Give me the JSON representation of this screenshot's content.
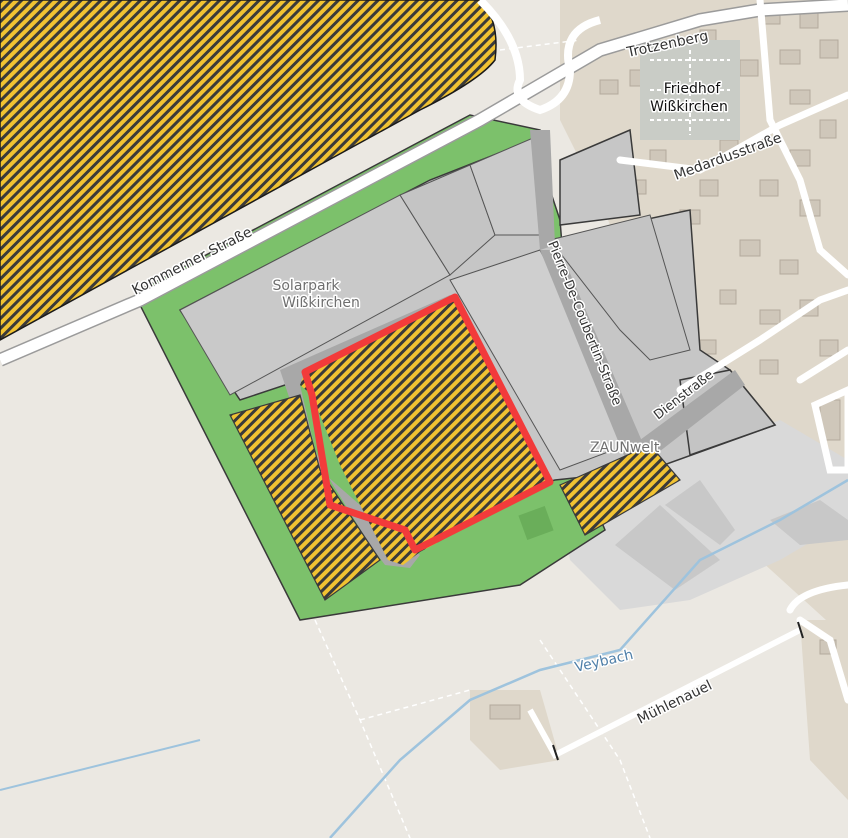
{
  "labels": {
    "kommerner_strasse": "Kommerner Straße",
    "trotzenberg": "Trotzenberg",
    "friedhof_line1": "Friedhof",
    "friedhof_line2": "Wißkirchen",
    "medardusstrasse": "Medardusstraße",
    "solarpark_line1": "Solarpark",
    "solarpark_line2": "Wißkirchen",
    "pierre_de_coubertin": "Pierre-De-Coubertin-Straße",
    "dienststrasse": "Dienstraße",
    "zaunwelt": "ZAUNwelt",
    "veybach": "Veybach",
    "muehlenauel": "Mühlenauel"
  },
  "colors": {
    "background": "#ebe8e2",
    "green_area": "#7cc16b",
    "industrial_gray": "#c6c6c6",
    "road": "#ffffff",
    "hatch_yellow": "#f1c232",
    "highlight_red": "#f23b3b",
    "water": "#9ec3dd"
  }
}
